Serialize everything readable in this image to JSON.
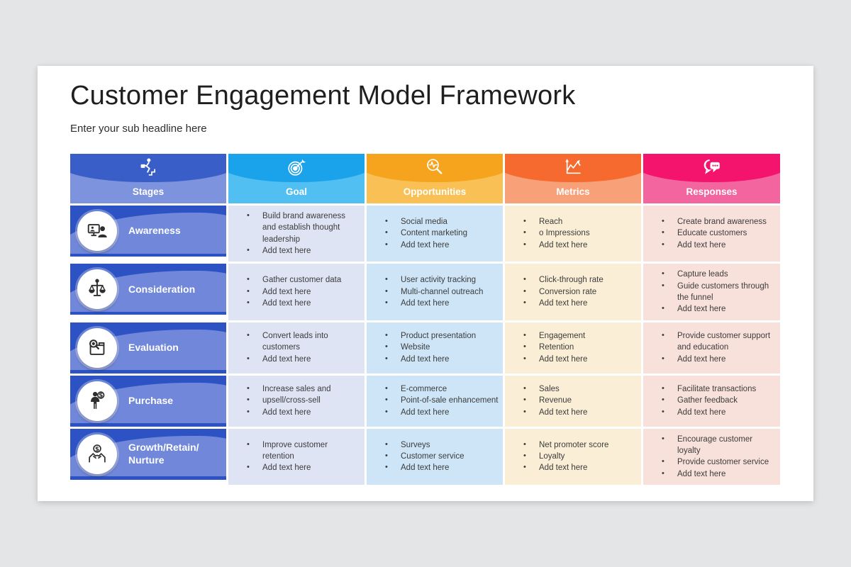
{
  "colors": {
    "page_background": "#e4e5e6",
    "card_background": "#ffffff",
    "stage_cell_dark": "#2c52c4",
    "stage_cell_light": "#7187d9",
    "cell_text": "#3c3c3c"
  },
  "slide": {
    "title": "Customer Engagement Model Framework",
    "subtitle": "Enter your sub headline here"
  },
  "table": {
    "columns": [
      {
        "label": "Stages",
        "icon": "climbing-stairs-icon",
        "color_dark": "#3a5ec8",
        "color_light": "#7d93de",
        "cell_bg": null
      },
      {
        "label": "Goal",
        "icon": "target-dart-icon",
        "color_dark": "#1aa3eb",
        "color_light": "#51bff2",
        "cell_bg": "#dee4f4"
      },
      {
        "label": "Opportunities",
        "icon": "magnifier-pulse-icon",
        "color_dark": "#f6a41d",
        "color_light": "#f8c055",
        "cell_bg": "#cde5f7"
      },
      {
        "label": "Metrics",
        "icon": "line-chart-icon",
        "color_dark": "#f66a30",
        "color_light": "#f8a078",
        "cell_bg": "#fbeed6"
      },
      {
        "label": "Responses",
        "icon": "chat-bubbles-icon",
        "color_dark": "#f4146e",
        "color_light": "#f2659f",
        "cell_bg": "#f9e1db"
      }
    ],
    "rows": [
      {
        "stage": {
          "label": "Awareness",
          "icon": "presenter-screen-icon"
        },
        "cells": [
          {
            "column": "goal",
            "items": [
              "Build brand awareness and establish thought leadership",
              "Add text here"
            ]
          },
          {
            "column": "opportunities",
            "items": [
              "Social media",
              "Content marketing",
              "Add text here"
            ]
          },
          {
            "column": "metrics",
            "items": [
              "Reach",
              "o Impressions",
              "Add text here"
            ]
          },
          {
            "column": "responses",
            "items": [
              "Create brand awareness",
              "Educate customers",
              "Add text here"
            ]
          }
        ]
      },
      {
        "stage": {
          "label": "Consideration",
          "icon": "balance-scales-icon"
        },
        "cells": [
          {
            "column": "goal",
            "items": [
              "Gather customer data",
              "Add text here",
              "Add text here"
            ]
          },
          {
            "column": "opportunities",
            "items": [
              "User activity tracking",
              "Multi-channel outreach",
              "Add text here"
            ]
          },
          {
            "column": "metrics",
            "items": [
              "Click-through rate",
              "Conversion rate",
              "Add text here"
            ]
          },
          {
            "column": "responses",
            "items": [
              "Capture leads",
              "Guide customers through the funnel",
              "Add text here"
            ]
          }
        ]
      },
      {
        "stage": {
          "label": "Evaluation",
          "icon": "magnifier-document-icon"
        },
        "cells": [
          {
            "column": "goal",
            "items": [
              "Convert leads into customers",
              "Add text here"
            ]
          },
          {
            "column": "opportunities",
            "items": [
              "Product presentation",
              "Website",
              "Add text here"
            ]
          },
          {
            "column": "metrics",
            "items": [
              "Engagement",
              "Retention",
              "Add text here"
            ]
          },
          {
            "column": "responses",
            "items": [
              "Provide customer support and education",
              "Add text here"
            ]
          }
        ]
      },
      {
        "stage": {
          "label": "Purchase",
          "icon": "businessman-dollar-icon"
        },
        "cells": [
          {
            "column": "goal",
            "items": [
              "Increase sales and",
              "upsell/cross-sell",
              "Add text here"
            ]
          },
          {
            "column": "opportunities",
            "items": [
              "E-commerce",
              "Point-of-sale enhancement",
              "Add text here"
            ]
          },
          {
            "column": "metrics",
            "items": [
              "Sales",
              "Revenue",
              "Add text here"
            ]
          },
          {
            "column": "responses",
            "items": [
              "Facilitate transactions",
              "Gather feedback",
              "Add text here"
            ]
          }
        ]
      },
      {
        "stage": {
          "label": "Growth/Retain/ Nurture",
          "icon": "hands-coin-icon"
        },
        "cells": [
          {
            "column": "goal",
            "items": [
              "Improve customer retention",
              "Add text here"
            ]
          },
          {
            "column": "opportunities",
            "items": [
              "Surveys",
              "Customer service",
              "Add text here"
            ]
          },
          {
            "column": "metrics",
            "items": [
              "Net promoter score",
              "Loyalty",
              "Add text here"
            ]
          },
          {
            "column": "responses",
            "items": [
              "Encourage customer loyalty",
              "Provide customer service",
              "Add text here"
            ]
          }
        ]
      }
    ]
  }
}
